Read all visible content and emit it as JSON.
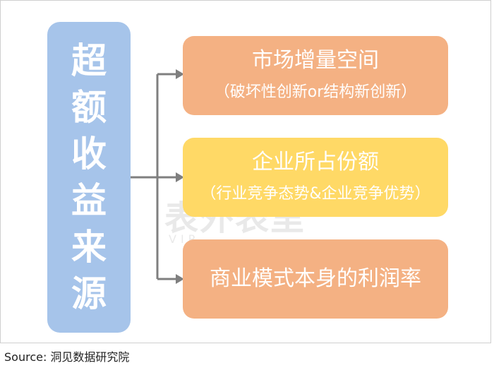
{
  "left": {
    "chars": [
      "超",
      "额",
      "收",
      "益",
      "来",
      "源"
    ]
  },
  "boxes": [
    {
      "title": "市场增量空间",
      "subtitle": "（破坏性创新or结构新创新）"
    },
    {
      "title": "企业所占份额",
      "subtitle": "（行业竞争态势&企业竞争优势）"
    },
    {
      "title": "商业模式本身的利润率",
      "subtitle": ""
    }
  ],
  "watermark": {
    "text": "表外表里",
    "sub": "VIP"
  },
  "source": "Source:  洞见数据研究院",
  "colors": {
    "left_box": "#a6c4ea",
    "orange_box": "#f4b183",
    "yellow_box": "#ffd966",
    "arrow": "#7f7f7f"
  }
}
